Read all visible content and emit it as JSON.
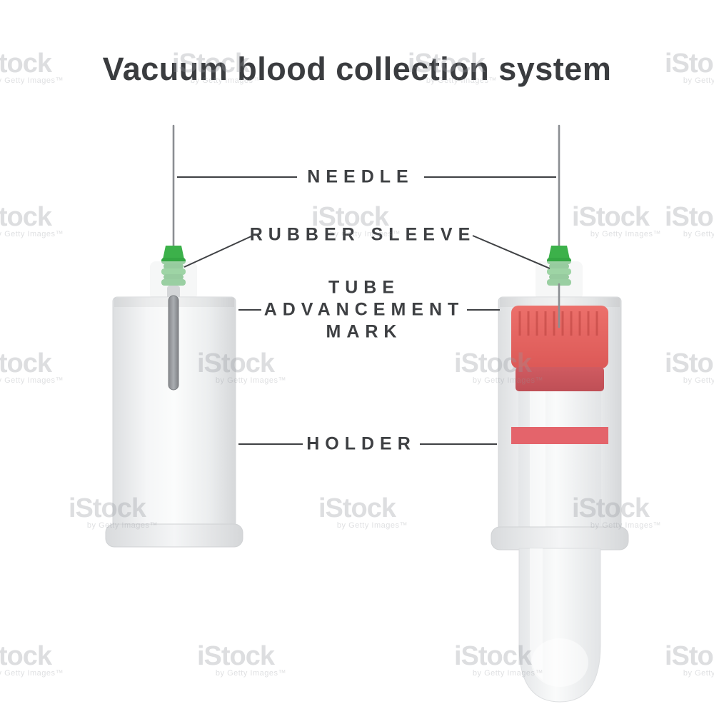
{
  "title": "Vacuum blood collection system",
  "labels": {
    "needle": "NEEDLE",
    "rubber_sleeve": "RUBBER SLEEVE",
    "tube_line1": "TUBE",
    "tube_line2": "ADVANCEMENT",
    "tube_line3": "MARK",
    "holder": "HOLDER"
  },
  "watermark": {
    "brand": "iStock",
    "credit": "by Getty Images™"
  },
  "colors": {
    "title_text": "#3a3c3f",
    "label_text": "#3e4043",
    "leader_line": "#3f4144",
    "needle_metal": "#8b8e92",
    "sleeve_green": "#3cb14a",
    "sleeve_green_dark": "#2e9e3c",
    "cap_red": "#e4625f",
    "cap_red_dark": "#c9525a",
    "tube_stripe_red": "#e4646b",
    "holder_gray": "#e9ebec",
    "background": "#ffffff"
  }
}
